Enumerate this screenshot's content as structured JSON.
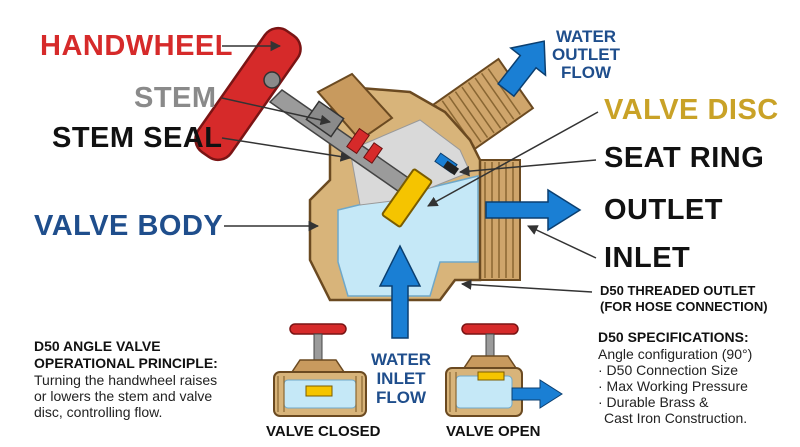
{
  "labels": {
    "handwheel": "HANDWHEEL",
    "stem": "STEM",
    "stem_seal": "STEM SEAL",
    "valve_body": "VALVE BODY",
    "water_outlet_flow": [
      "WATER",
      "OUTLET",
      "FLOW"
    ],
    "valve_disc": "VALVE DISC",
    "seat_ring": "SEAT RING",
    "outlet": "OUTLET",
    "inlet": "INLET",
    "threaded_outlet": [
      "D50 THREADED OUTLET",
      "(FOR HOSE CONNECTION)"
    ],
    "water_inlet_flow": [
      "WATER",
      "INLET",
      "FLOW"
    ],
    "valve_closed": "VALVE CLOSED",
    "valve_open": "VALVE OPEN"
  },
  "principle": {
    "title": [
      "D50 ANGLE VALVE",
      "OPERATIONAL PRINCIPLE:"
    ],
    "body": [
      "Turning the handwheel raises",
      "or lowers the stem and valve",
      "disc, controlling flow."
    ]
  },
  "specifications": {
    "title": "D50 SPECIFICATIONS:",
    "items": [
      "Angle configuration (90°)",
      "· D50 Connection Size",
      "· Max Working Pressure",
      "· Durable Brass &",
      "Cast Iron Construction."
    ]
  },
  "colors": {
    "handwheel_red": "#d62a2a",
    "label_gray": "#8a8a8a",
    "label_black": "#111111",
    "label_blue": "#1f4e8c",
    "flow_blue": "#1a7fd4",
    "disc_yellow": "#f5c400",
    "disc_label_gold": "#c9a227",
    "brass": "#d8b47a",
    "water": "#c5e8f7"
  }
}
